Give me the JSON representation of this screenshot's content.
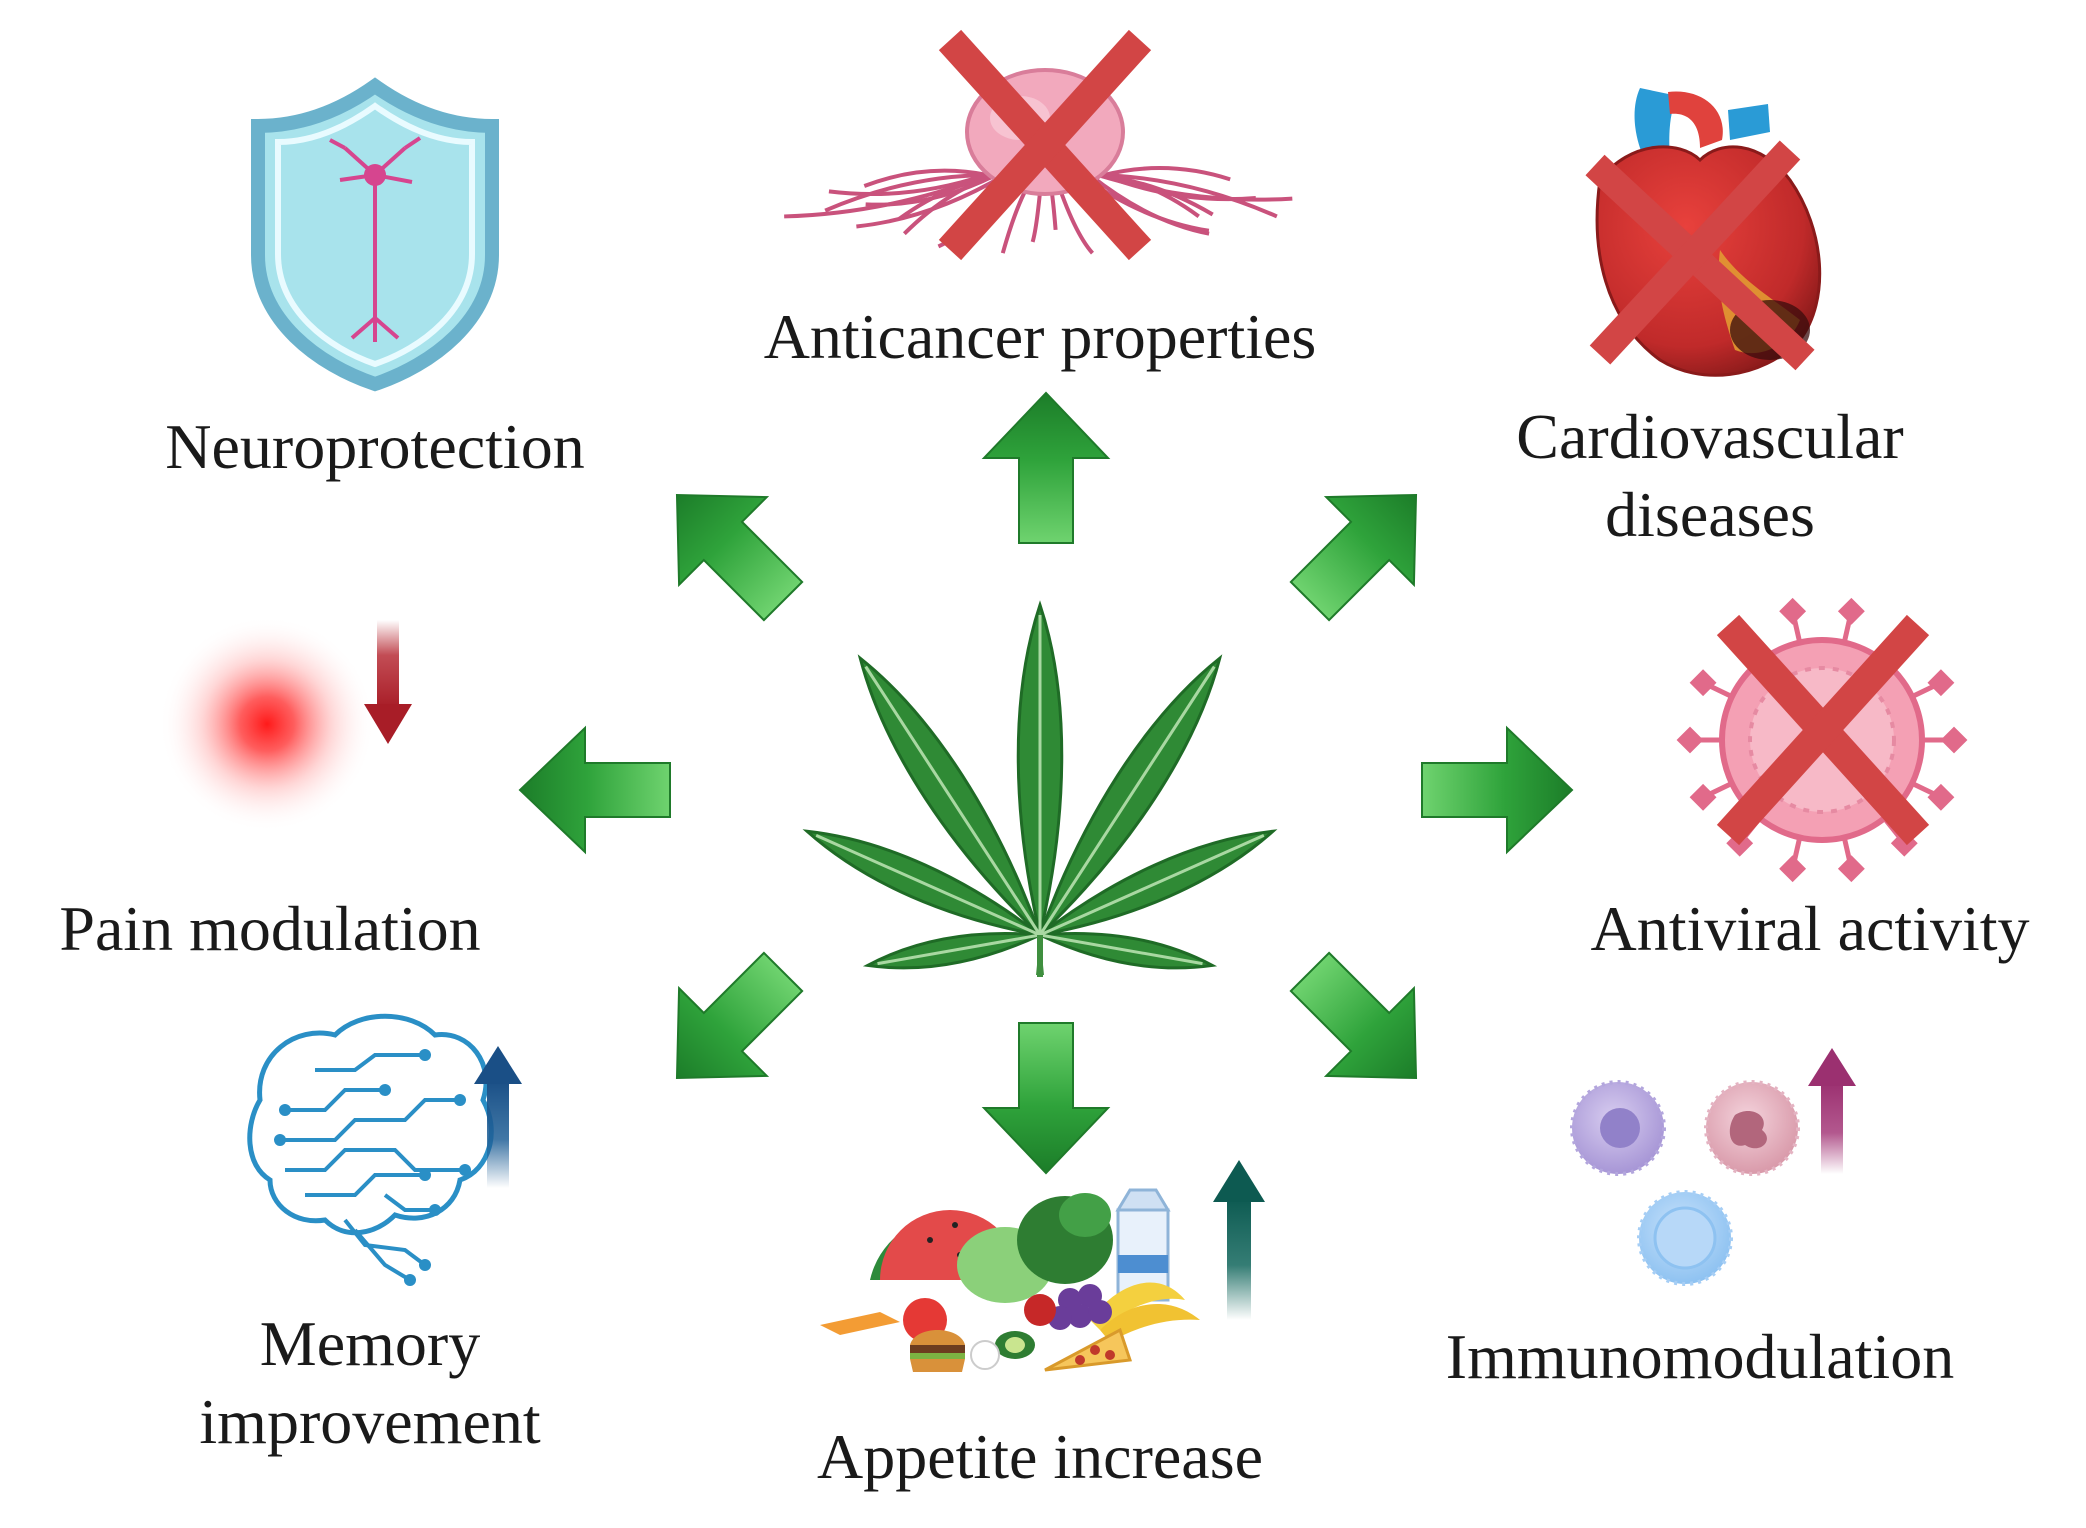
{
  "diagram": {
    "center": {
      "icon": "cannabis-leaf-icon",
      "color": "#2f7d32"
    },
    "arrow_color": "#2e9e3a",
    "effects": [
      {
        "id": "neuroprotection",
        "lines": [
          "Neuroprotection"
        ],
        "icon": "neuron-shield-icon"
      },
      {
        "id": "anticancer",
        "lines": [
          "Anticancer properties"
        ],
        "icon": "tumor-crossed-icon"
      },
      {
        "id": "cardiovascular",
        "lines": [
          "Cardiovascular",
          "diseases"
        ],
        "icon": "heart-crossed-icon"
      },
      {
        "id": "pain",
        "lines": [
          "Pain modulation"
        ],
        "icon": "pain-spot-icon",
        "trend": "down"
      },
      {
        "id": "antiviral",
        "lines": [
          "Antiviral activity"
        ],
        "icon": "virus-crossed-icon"
      },
      {
        "id": "memory",
        "lines": [
          "Memory",
          "improvement"
        ],
        "icon": "circuit-brain-icon",
        "trend": "up"
      },
      {
        "id": "appetite",
        "lines": [
          "Appetite increase"
        ],
        "icon": "food-pile-icon",
        "trend": "up"
      },
      {
        "id": "immuno",
        "lines": [
          "Immunomodulation"
        ],
        "icon": "immune-cells-icon",
        "trend": "up"
      }
    ]
  }
}
